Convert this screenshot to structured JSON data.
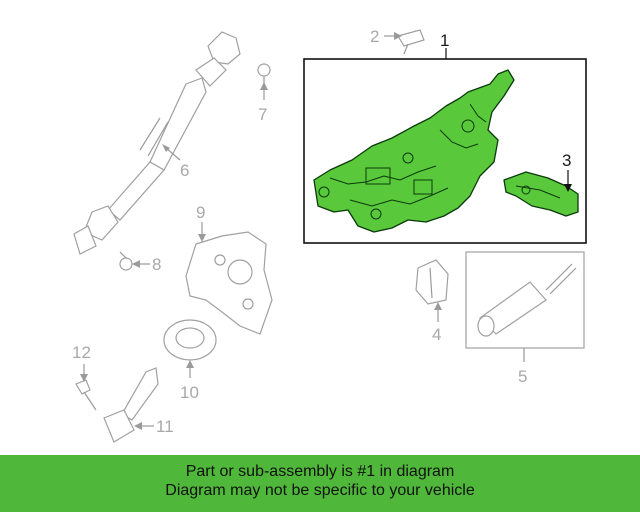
{
  "callouts": [
    {
      "id": "1",
      "text": "1"
    },
    {
      "id": "2",
      "text": "2"
    },
    {
      "id": "3",
      "text": "3"
    },
    {
      "id": "4",
      "text": "4"
    },
    {
      "id": "5",
      "text": "5"
    },
    {
      "id": "6",
      "text": "6"
    },
    {
      "id": "7",
      "text": "7"
    },
    {
      "id": "8",
      "text": "8"
    },
    {
      "id": "9",
      "text": "9"
    },
    {
      "id": "10",
      "text": "10"
    },
    {
      "id": "11",
      "text": "11"
    },
    {
      "id": "12",
      "text": "12"
    }
  ],
  "highlight_color": "#59c83a",
  "banner": {
    "line1": "Part or sub-assembly is #1 in diagram",
    "line2": "Diagram may not be specific to your vehicle",
    "color": "#4fb83a"
  }
}
